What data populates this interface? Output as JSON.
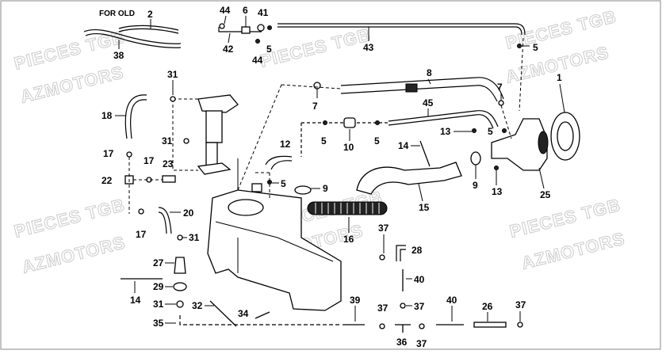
{
  "watermark": {
    "brand": "PIECES TGB",
    "shop": "AZMOTORS"
  },
  "note": "FOR OLD",
  "callouts": {
    "c1": "1",
    "c2": "2",
    "c5a": "5",
    "c5b": "5",
    "c5c": "5",
    "c5d": "5",
    "c5e": "5",
    "c5f": "5",
    "c6": "6",
    "c7a": "7",
    "c7b": "7",
    "c8": "8",
    "c9a": "9",
    "c9b": "9",
    "c10": "10",
    "c12": "12",
    "c13a": "13",
    "c13b": "13",
    "c14a": "14",
    "c14b": "14",
    "c15": "15",
    "c16": "16",
    "c17a": "17",
    "c17b": "17",
    "c17c": "17",
    "c18": "18",
    "c20": "20",
    "c22": "22",
    "c23": "23",
    "c25": "25",
    "c26": "26",
    "c27": "27",
    "c28": "28",
    "c29": "29",
    "c31a": "31",
    "c31b": "31",
    "c31c": "31",
    "c31d": "31",
    "c32": "32",
    "c34": "34",
    "c35": "35",
    "c36": "36",
    "c37a": "37",
    "c37b": "37",
    "c37c": "37",
    "c37d": "37",
    "c37e": "37",
    "c38": "38",
    "c39": "39",
    "c40a": "40",
    "c40b": "40",
    "c41": "41",
    "c42": "42",
    "c43": "43",
    "c44a": "44",
    "c44b": "44",
    "c45": "45"
  }
}
